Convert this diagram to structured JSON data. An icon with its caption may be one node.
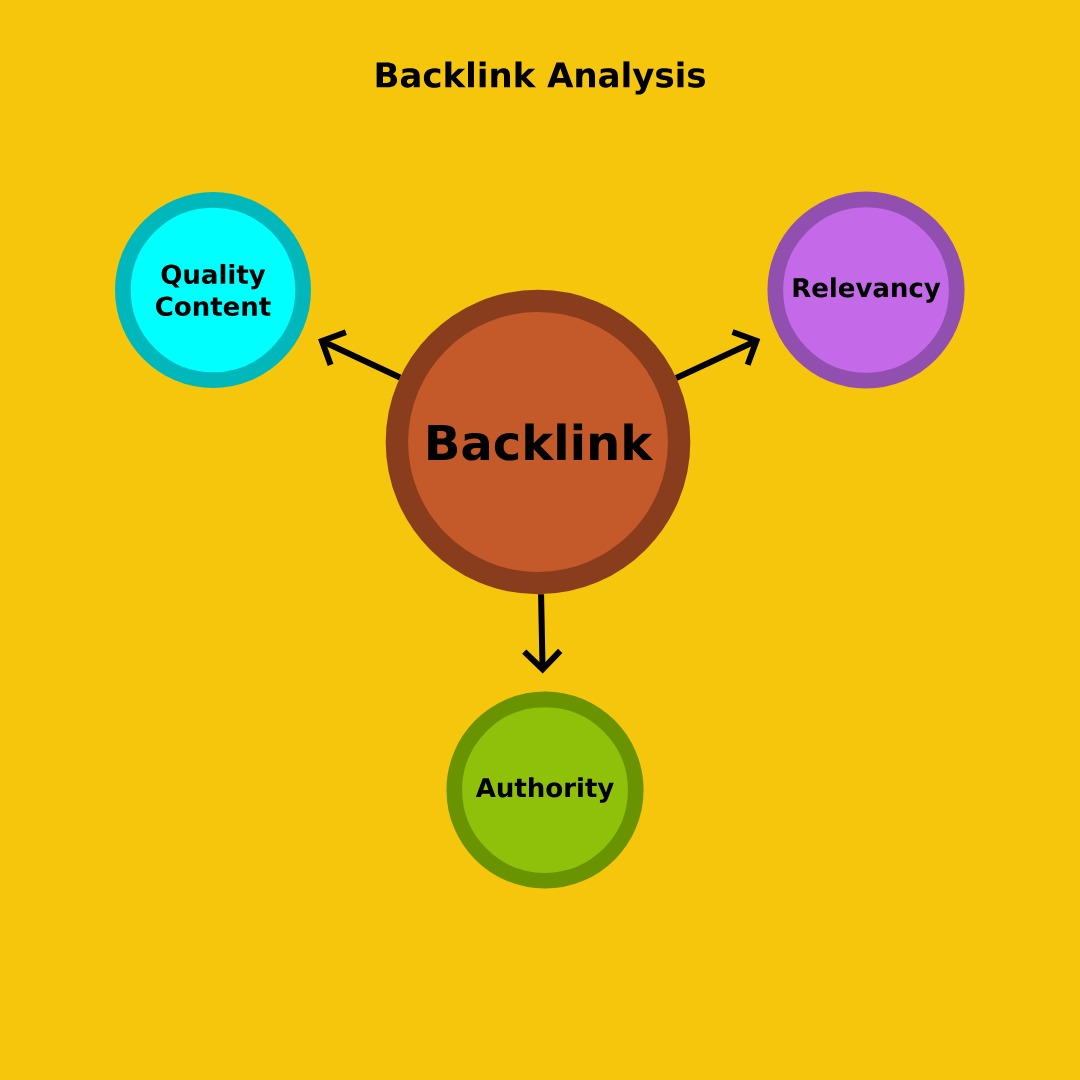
{
  "diagram": {
    "title": "Backlink Analysis",
    "nodes": [
      {
        "text": [
          "Backlink"
        ]
      },
      {
        "text": [
          "Quality Content"
        ]
      },
      {
        "text": [
          "Relevancy"
        ]
      },
      {
        "text": [
          "Authority"
        ]
      }
    ],
    "edges": [
      {
        "from": 0,
        "to": 1,
        "arrow": "to"
      },
      {
        "from": 0,
        "to": 2,
        "arrow": "to"
      },
      {
        "from": 0,
        "to": 3,
        "arrow": "to"
      }
    ]
  }
}
